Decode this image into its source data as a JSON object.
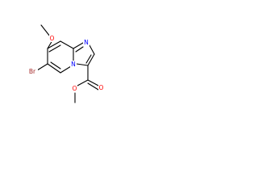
{
  "molecule": {
    "atoms": {
      "o_methoxy": {
        "text": "O",
        "color": "#ff0000"
      },
      "n_imidazole": {
        "text": "N",
        "color": "#0000ff"
      },
      "br": {
        "text": "Br",
        "color": "#a52a2a"
      },
      "n_bridge": {
        "text": "N",
        "color": "#0000ff"
      },
      "o_carbonyl": {
        "text": "O",
        "color": "#ff0000"
      },
      "o_ester": {
        "text": "O",
        "color": "#ff0000"
      }
    },
    "bond_color": "#000000"
  }
}
